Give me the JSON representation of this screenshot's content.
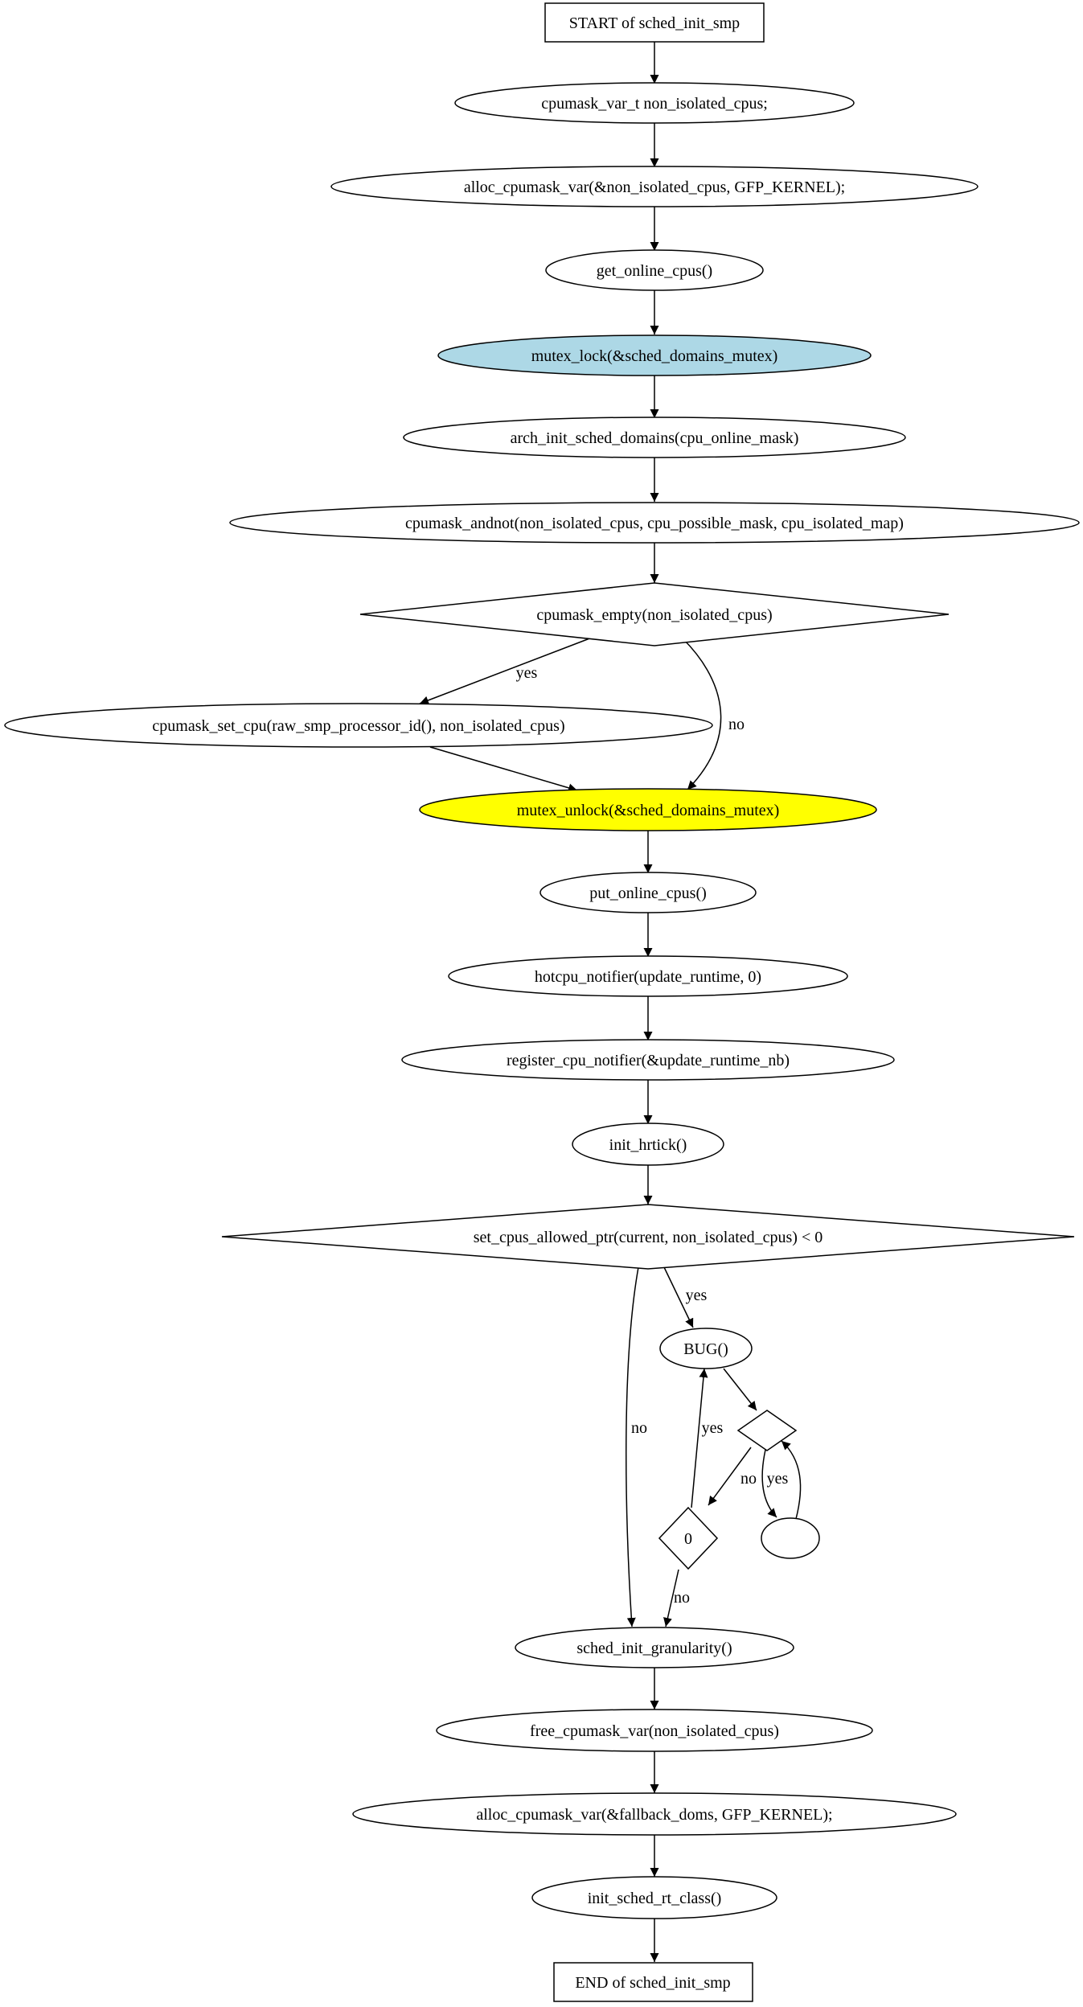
{
  "colors": {
    "highlight_lock": "#add8e6",
    "highlight_unlock": "#ffff00",
    "default_fill": "#ffffff"
  },
  "nodes": {
    "start": "START of sched_init_smp",
    "decl": "cpumask_var_t non_isolated_cpus;",
    "alloc1": "alloc_cpumask_var(&non_isolated_cpus, GFP_KERNEL);",
    "getcpus": "get_online_cpus()",
    "lock": "mutex_lock(&sched_domains_mutex)",
    "archinit": "arch_init_sched_domains(cpu_online_mask)",
    "andnot": "cpumask_andnot(non_isolated_cpus, cpu_possible_mask, cpu_isolated_map)",
    "empty": "cpumask_empty(non_isolated_cpus)",
    "setcpu": "cpumask_set_cpu(raw_smp_processor_id(), non_isolated_cpus)",
    "unlock": "mutex_unlock(&sched_domains_mutex)",
    "putcpus": "put_online_cpus()",
    "hotcpu": "hotcpu_notifier(update_runtime, 0)",
    "register": "register_cpu_notifier(&update_runtime_nb)",
    "hrtick": "init_hrtick()",
    "setallowed": "set_cpus_allowed_ptr(current, non_isolated_cpus) < 0",
    "bug": "BUG()",
    "zero": "0",
    "gran": "sched_init_granularity()",
    "free": "free_cpumask_var(non_isolated_cpus)",
    "alloc2": "alloc_cpumask_var(&fallback_doms, GFP_KERNEL);",
    "rtclass": "init_sched_rt_class()",
    "end": "END of sched_init_smp"
  },
  "edge_labels": {
    "empty_yes": "yes",
    "empty_no": "no",
    "allowed_yes": "yes",
    "allowed_no": "no",
    "zero_yes": "yes",
    "zero_no": "no",
    "diamond_no": "no",
    "diamond_yes": "yes"
  }
}
